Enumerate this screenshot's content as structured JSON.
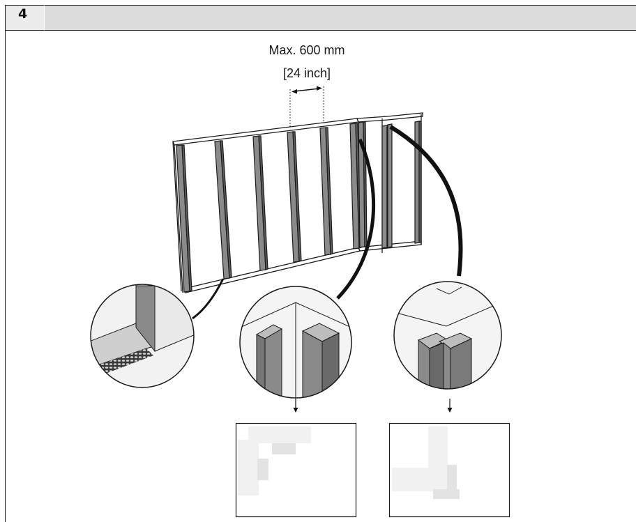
{
  "step": {
    "number": "4"
  },
  "dimension": {
    "line1": "Max. 600 mm",
    "line2": "[24 inch]"
  },
  "colors": {
    "header_bg": "#dcdcdc",
    "stud_front": "#8a8a8a",
    "stud_dark": "#5e5e5e",
    "frame_line": "#1a1a1a"
  }
}
